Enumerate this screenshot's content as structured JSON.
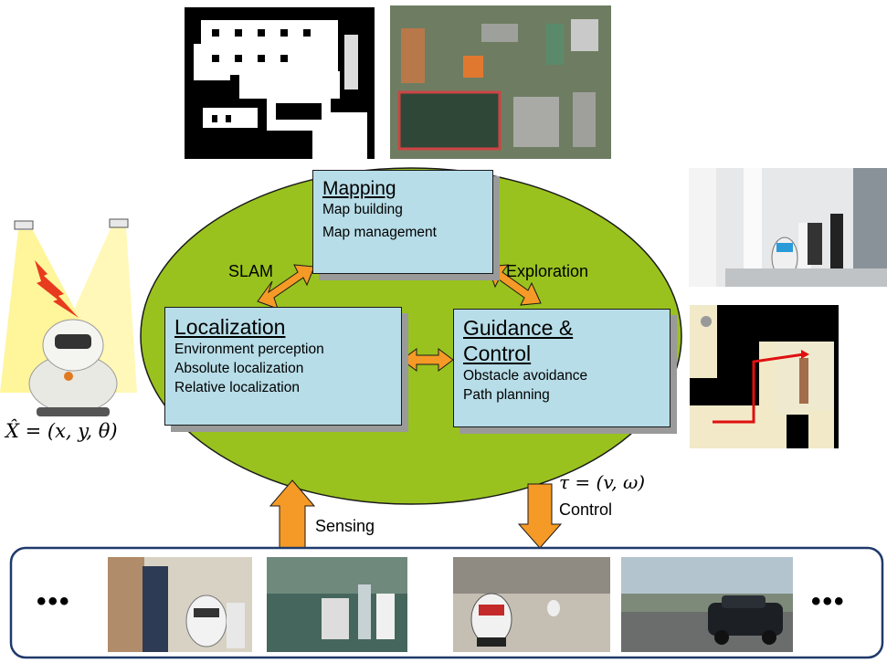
{
  "diagram": {
    "mapping": {
      "title": "Mapping",
      "items": [
        "Map building",
        "Map management"
      ]
    },
    "localization": {
      "title": "Localization",
      "items": [
        "Environment perception",
        "Absolute localization",
        "Relative localization"
      ]
    },
    "guidance": {
      "title_line1": "Guidance &",
      "title_line2": "Control",
      "items": [
        "Obstacle avoidance",
        "Path planning"
      ]
    },
    "edges": {
      "slam": "SLAM",
      "exploration": "Exploration",
      "sensing": "Sensing",
      "control": "Control"
    },
    "pose_formula": "X̂ = (x, y, θ)",
    "control_formula": "τ = (v, ω)",
    "ellipsis_left": "•••",
    "ellipsis_right": "•••",
    "colors": {
      "ellipse": "#99c21f",
      "box": "#b7dde8",
      "arrow": "#f59a26",
      "frame": "#1f3a6b"
    }
  }
}
